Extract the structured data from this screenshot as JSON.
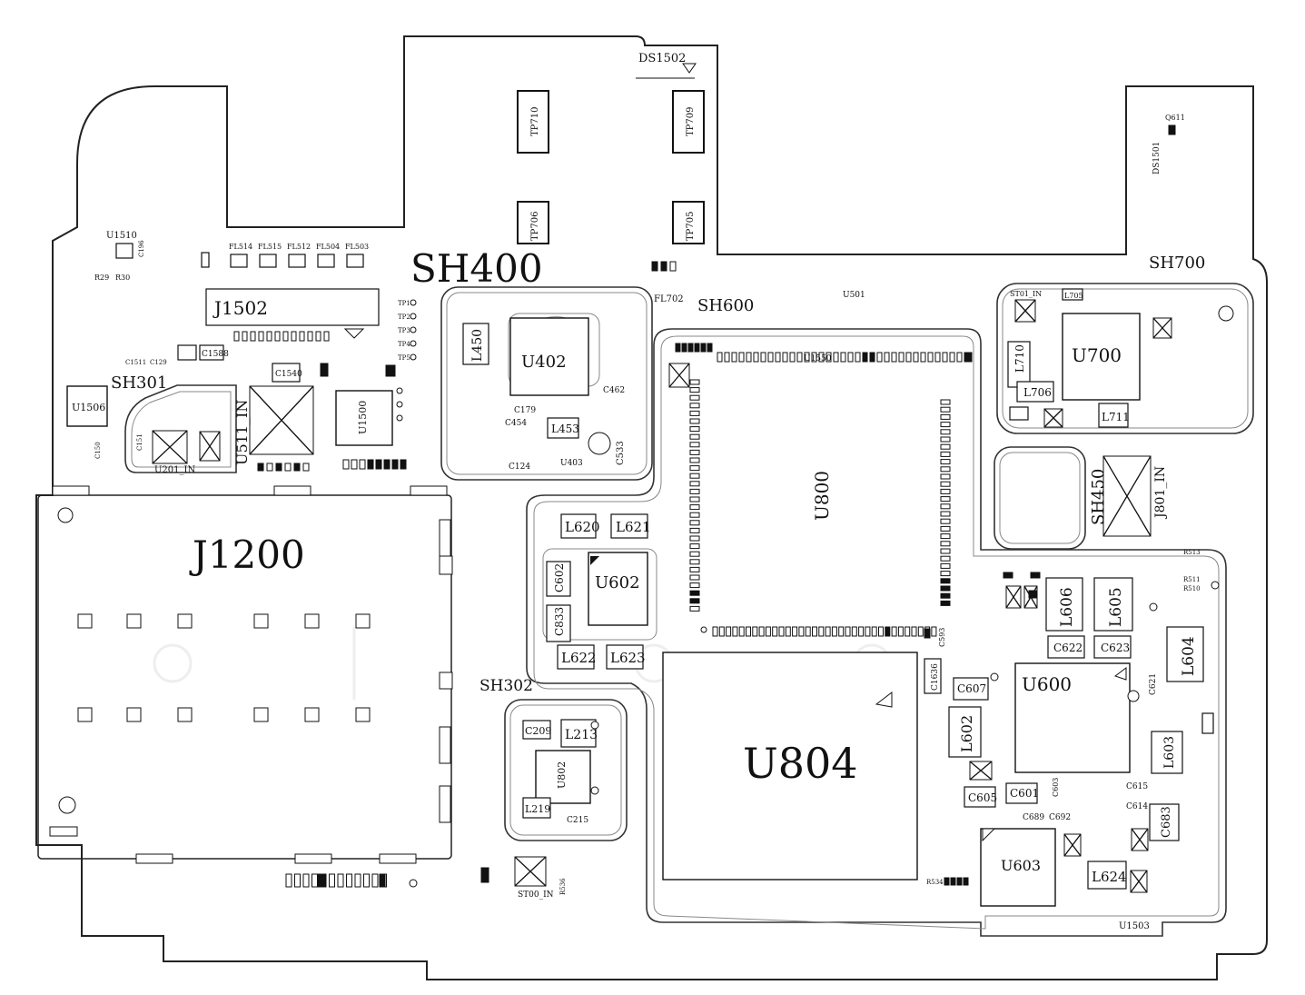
{
  "diagram": {
    "big_labels": {
      "j1200": "J1200",
      "u804": "U804",
      "sh400": "SH400",
      "u800": "U800"
    },
    "shield_labels": {
      "sh700": "SH700",
      "sh600": "SH600",
      "sh301": "SH301",
      "sh302": "SH302",
      "sh450": "SH450"
    },
    "chips": {
      "u402": "U402",
      "u602": "U602",
      "u700": "U700",
      "u600": "U600",
      "u603": "U603",
      "u1506": "U1506",
      "u1500": "U1500",
      "u802": "U802",
      "u403": "U403",
      "u501": "U501",
      "u1550": "U1550",
      "u1510": "U1510",
      "u1503": "U1503"
    },
    "connectors": {
      "j1502": "J1502",
      "ds1502": "DS1502",
      "ds1501": "DS1501",
      "q611": "Q611",
      "st00_in": "ST00_IN",
      "u511_in": "U511_IN",
      "u201_in": "U201_IN",
      "j801_in": "J801_IN",
      "st01_in": "ST01_IN",
      "fl702": "FL702"
    },
    "test_points": [
      "TP710",
      "TP709",
      "TP706",
      "TP705"
    ],
    "filters": [
      "FL514",
      "FL515",
      "FL512",
      "FL504",
      "FL503"
    ],
    "inductors": {
      "l620": "L620",
      "l621": "L621",
      "l622": "L622",
      "l623": "L623",
      "l606": "L606",
      "l605": "L605",
      "l604": "L604",
      "l602": "L602",
      "l603": "L603",
      "l624": "L624",
      "l213": "L213",
      "l219": "L219",
      "l450": "L450",
      "l453": "L453",
      "l710": "L710",
      "l706": "L706",
      "l711": "L711",
      "l705": "L705"
    },
    "capacitors": {
      "c602": "C602",
      "c833": "C833",
      "c622": "C622",
      "c623": "C623",
      "c607": "C607",
      "c605": "C605",
      "c601": "C601",
      "c683": "C683",
      "c209": "C209",
      "c215": "C215",
      "c1636": "C1636",
      "c1588": "C1588",
      "c1540": "C1540",
      "c462": "C462",
      "c533": "C533",
      "c454": "C454",
      "c179": "C179",
      "c124": "C124",
      "c689": "C689",
      "c692": "C692",
      "c614": "C614",
      "c615": "C615",
      "c621": "C621",
      "c593": "C593",
      "c603": "C603",
      "c151": "C151",
      "c150": "C150",
      "c196": "C196",
      "c1511": "C1511",
      "c129": "C129"
    },
    "resistors": {
      "r29": "R29",
      "r30": "R30",
      "r510": "R510",
      "r511": "R511",
      "r513": "R513",
      "r534": "R534",
      "r536": "R536"
    },
    "tp_column": [
      "TP1",
      "TP2",
      "TP3",
      "TP4",
      "TP5"
    ]
  }
}
